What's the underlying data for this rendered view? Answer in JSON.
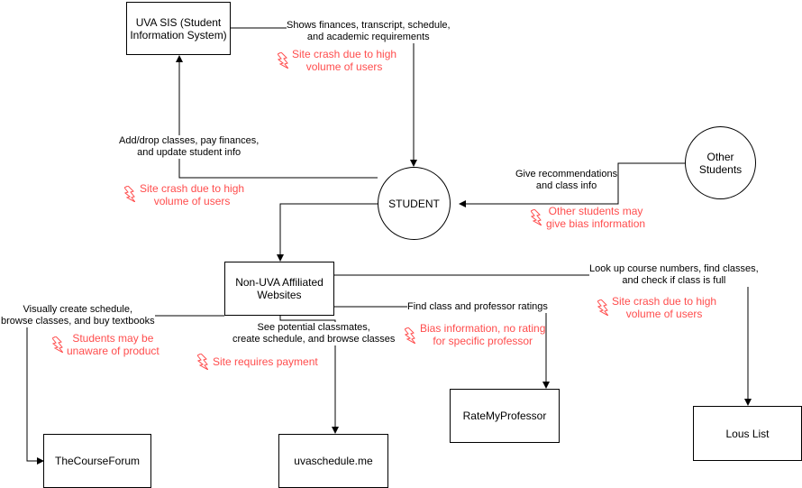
{
  "nodes": {
    "sis": "UVA SIS (Student\nInformation System)",
    "student": "STUDENT",
    "other_students": "Other\nStudents",
    "non_uva": "Non-UVA Affiliated\nWebsites",
    "coursefroum": "TheCourseForum",
    "uvaschedule": "uvaschedule.me",
    "rmp": "RateMyProfessor",
    "louslist": "Lous List"
  },
  "edges": {
    "sis_to_student": "Shows finances, transcript, schedule,\nand academic requirements",
    "student_to_sis": "Add/drop classes, pay finances,\nand update student info",
    "other_to_student": "Give recommendations\nand class info",
    "to_louslist": "Look up course numbers, find classes,\nand check if class is full",
    "to_coursefroum": "Visually create schedule,\nbrowse classes, and buy textbooks",
    "to_uvaschedule": "See potential classmates,\ncreate schedule, and browse classes",
    "to_rmp": "Find class and professor ratings"
  },
  "risks": {
    "sis_crash_top": "Site crash due to high\nvolume of users",
    "sis_crash_left": "Site crash due to high\nvolume of users",
    "bias_students": "Other students may\ngive bias information",
    "louslist_crash": "Site crash due to high\nvolume of users",
    "unaware": "Students may be\nunaware of product",
    "payment": "Site requires payment",
    "bias_rmp": "Bias information, no rating\nfor specific professor"
  },
  "colors": {
    "risk": "#ff4d4d",
    "line": "#000000"
  },
  "icons": {
    "risk": "lightning-bolt-icon"
  }
}
